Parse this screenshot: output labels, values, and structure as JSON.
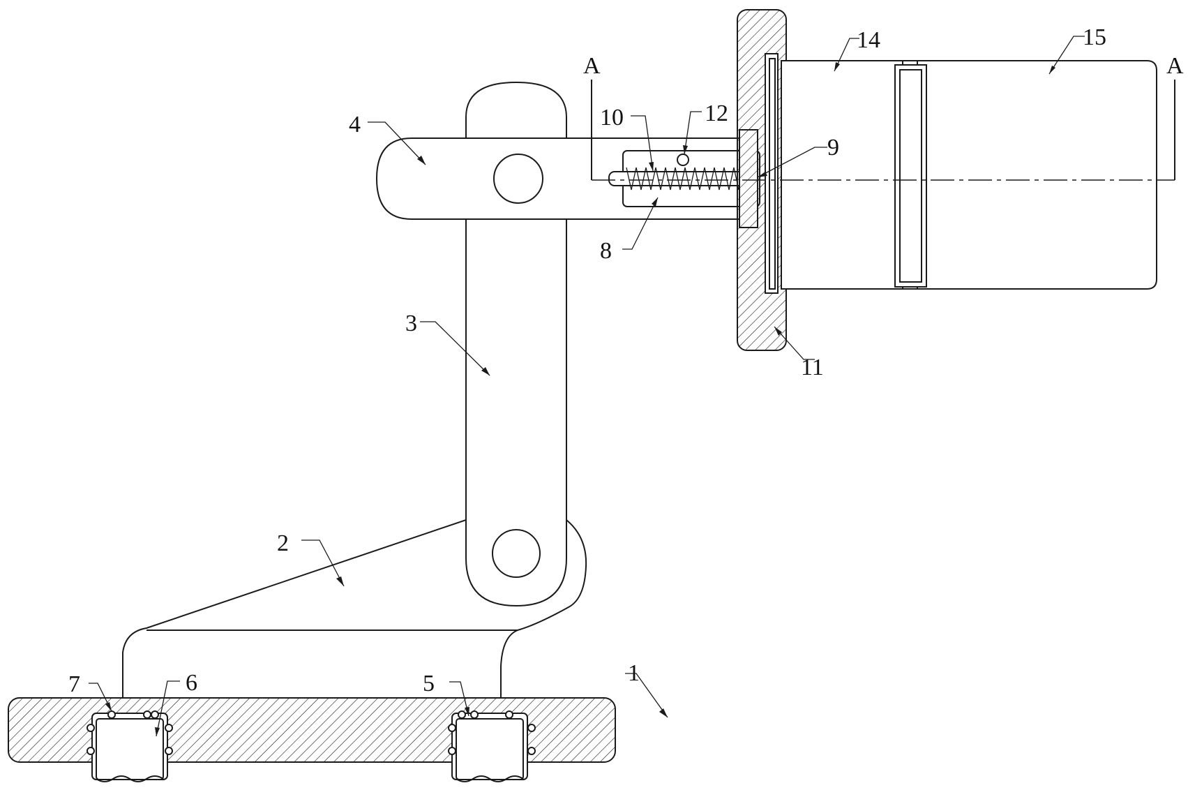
{
  "section_marks": {
    "left": "A",
    "right": "A"
  },
  "labels": {
    "l1": "1",
    "l2": "2",
    "l3": "3",
    "l4": "4",
    "l5": "5",
    "l6": "6",
    "l7": "7",
    "l8": "8",
    "l9": "9",
    "l10": "10",
    "l11": "11",
    "l12": "12",
    "l14": "14",
    "l15": "15"
  }
}
